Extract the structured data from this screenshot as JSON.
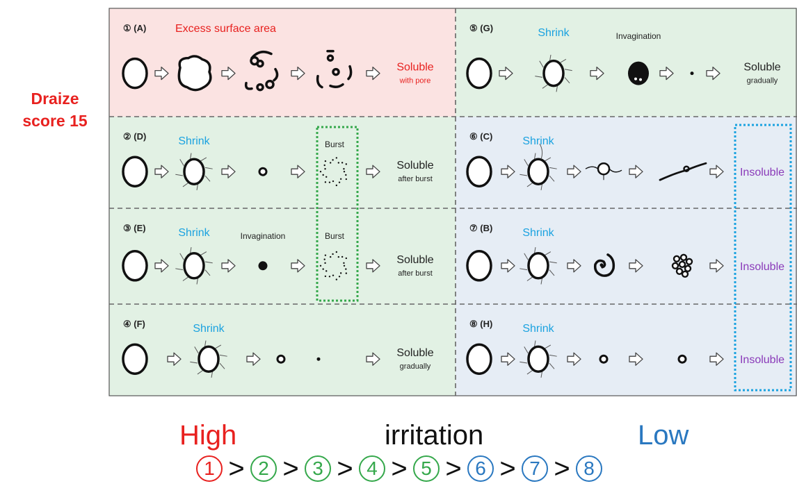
{
  "side_label": [
    "Draize",
    "score 15"
  ],
  "colors": {
    "red_text": "#e8211f",
    "blue_text": "#1aa2e0",
    "purple_text": "#8a3ab9",
    "green": "#35a84b",
    "blue_rank": "#2a78c0",
    "panel_pink": "#fbe3e2",
    "panel_green": "#e2f1e4",
    "panel_blue": "#e6edf5"
  },
  "panels": [
    {
      "id": "A",
      "rank": "①",
      "label": "① (A)",
      "bg": "pink",
      "header": "Excess surface area",
      "items": [
        "circle",
        "arrow",
        "blob",
        "arrow",
        "fragments",
        "arrow",
        "fragments-sparse",
        "arrow"
      ],
      "outcome": "Soluble",
      "outcome_sub": "with pore",
      "outcome_color": "red"
    },
    {
      "id": "G",
      "rank": "⑤",
      "label": "⑤ (G)",
      "bg": "green",
      "header": "",
      "items": [
        "circle",
        "arrow",
        "hairy-circle",
        "arrow",
        "filled-blob",
        "arrow",
        "dot",
        "arrow"
      ],
      "annotations": [
        {
          "text": "Shrink",
          "color": "blue",
          "over": 2
        },
        {
          "text": "Invagination",
          "color": "dark",
          "over": 4
        }
      ],
      "outcome": "Soluble",
      "outcome_sub": "gradually",
      "outcome_color": "dark"
    },
    {
      "id": "D",
      "rank": "②",
      "label": "② (D)",
      "bg": "green",
      "items": [
        "circle",
        "arrow",
        "hairy-circle",
        "arrow",
        "small-ring",
        "arrow",
        "burst",
        "arrow"
      ],
      "annotations": [
        {
          "text": "Shrink",
          "color": "blue",
          "over": 2
        },
        {
          "text": "Burst",
          "color": "dark",
          "over": 6
        }
      ],
      "outcome": "Soluble",
      "outcome_sub": "after burst",
      "outcome_color": "dark"
    },
    {
      "id": "C",
      "rank": "⑥",
      "label": "⑥ (C)",
      "bg": "blue",
      "items": [
        "circle",
        "arrow",
        "hairy-circle-tail",
        "arrow",
        "tailed-small",
        "arrow",
        "squiggle",
        "arrow"
      ],
      "annotations": [
        {
          "text": "Shrink",
          "color": "blue",
          "over": 2
        }
      ],
      "outcome": "Insoluble",
      "outcome_sub": "",
      "outcome_color": "purple"
    },
    {
      "id": "E",
      "rank": "③",
      "label": "③ (E)",
      "bg": "green",
      "items": [
        "circle",
        "arrow",
        "hairy-circle",
        "arrow",
        "filled-dot",
        "arrow",
        "burst",
        "arrow"
      ],
      "annotations": [
        {
          "text": "Shrink",
          "color": "blue",
          "over": 2
        },
        {
          "text": "Invagination",
          "color": "dark",
          "over": 4
        },
        {
          "text": "Burst",
          "color": "dark",
          "over": 6
        }
      ],
      "outcome": "Soluble",
      "outcome_sub": "after burst",
      "outcome_color": "dark"
    },
    {
      "id": "B",
      "rank": "⑦",
      "label": "⑦ (B)",
      "bg": "blue",
      "items": [
        "circle",
        "arrow",
        "hairy-circle",
        "arrow",
        "curl",
        "arrow",
        "cluster",
        "arrow"
      ],
      "annotations": [
        {
          "text": "Shrink",
          "color": "blue",
          "over": 2
        }
      ],
      "outcome": "Insoluble",
      "outcome_sub": "",
      "outcome_color": "purple"
    },
    {
      "id": "F",
      "rank": "④",
      "label": "④ (F)",
      "bg": "green",
      "items": [
        "circle",
        "arrow",
        "hairy-circle",
        "arrow",
        "small-ring",
        "dot",
        "arrow"
      ],
      "annotations": [
        {
          "text": "Shrink",
          "color": "blue",
          "over": 2
        }
      ],
      "outcome": "Soluble",
      "outcome_sub": "gradually",
      "outcome_color": "dark"
    },
    {
      "id": "H",
      "rank": "⑧",
      "label": "⑧ (H)",
      "bg": "blue",
      "items": [
        "circle",
        "arrow",
        "hairy-circle",
        "arrow",
        "small-ring",
        "arrow",
        "small-ring",
        "arrow"
      ],
      "annotations": [
        {
          "text": "Shrink",
          "color": "blue",
          "over": 2
        }
      ],
      "outcome": "Insoluble",
      "outcome_sub": "",
      "outcome_color": "purple"
    }
  ],
  "scale": {
    "high": "High",
    "middle": "irritation",
    "low": "Low",
    "ranking": [
      {
        "symbol": "①",
        "color": "red"
      },
      {
        "symbol": "②",
        "color": "green"
      },
      {
        "symbol": "③",
        "color": "green"
      },
      {
        "symbol": "④",
        "color": "green"
      },
      {
        "symbol": "⑤",
        "color": "green"
      },
      {
        "symbol": "⑥",
        "color": "blue_rank"
      },
      {
        "symbol": "⑦",
        "color": "blue_rank"
      },
      {
        "symbol": "⑧",
        "color": "blue_rank"
      }
    ],
    "separator": ">"
  }
}
